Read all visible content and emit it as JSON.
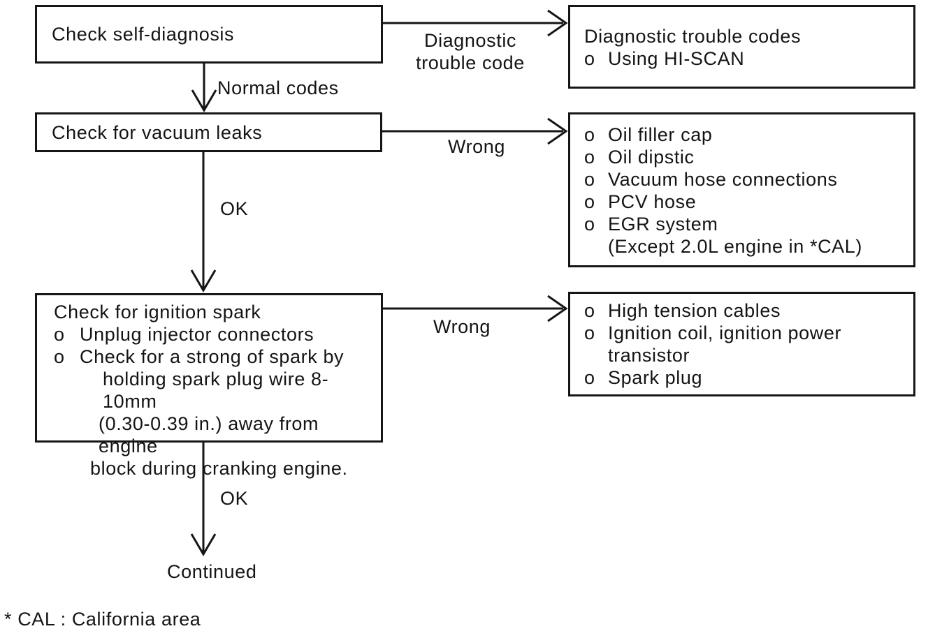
{
  "diagram": {
    "bullet": "o",
    "boxes": {
      "self_diagnosis": "Check self-diagnosis",
      "dtc": {
        "title": "Diagnostic trouble codes",
        "item": "Using HI-SCAN"
      },
      "vacuum": "Check for vacuum leaks",
      "vacuum_causes": {
        "items": [
          "Oil filler cap",
          "Oil dipstic",
          "Vacuum hose connections",
          "PCV hose",
          "EGR system"
        ],
        "note": "(Except 2.0L engine in *CAL)"
      },
      "ignition": {
        "title": "Check for ignition spark",
        "item1": "Unplug injector connectors",
        "item2": "Check for a strong of spark by",
        "item2_cont1": "holding spark plug wire 8-10mm",
        "item2_cont2": "(0.30-0.39 in.) away from engine",
        "item2_cont3": "block during cranking engine."
      },
      "ignition_causes": {
        "item1": "High tension cables",
        "item2": "Ignition coil, ignition power",
        "item2_cont": "transistor",
        "item3": "Spark plug"
      }
    },
    "labels": {
      "diagnostic_line1": "Diagnostic",
      "diagnostic_line2": "trouble code",
      "normal_codes": "Normal codes",
      "wrong1": "Wrong",
      "ok1": "OK",
      "wrong2": "Wrong",
      "ok2": "OK",
      "continued": "Continued"
    },
    "footnote": "* CAL : California area",
    "colors": {
      "ink": "#161616",
      "background": "#ffffff"
    }
  }
}
